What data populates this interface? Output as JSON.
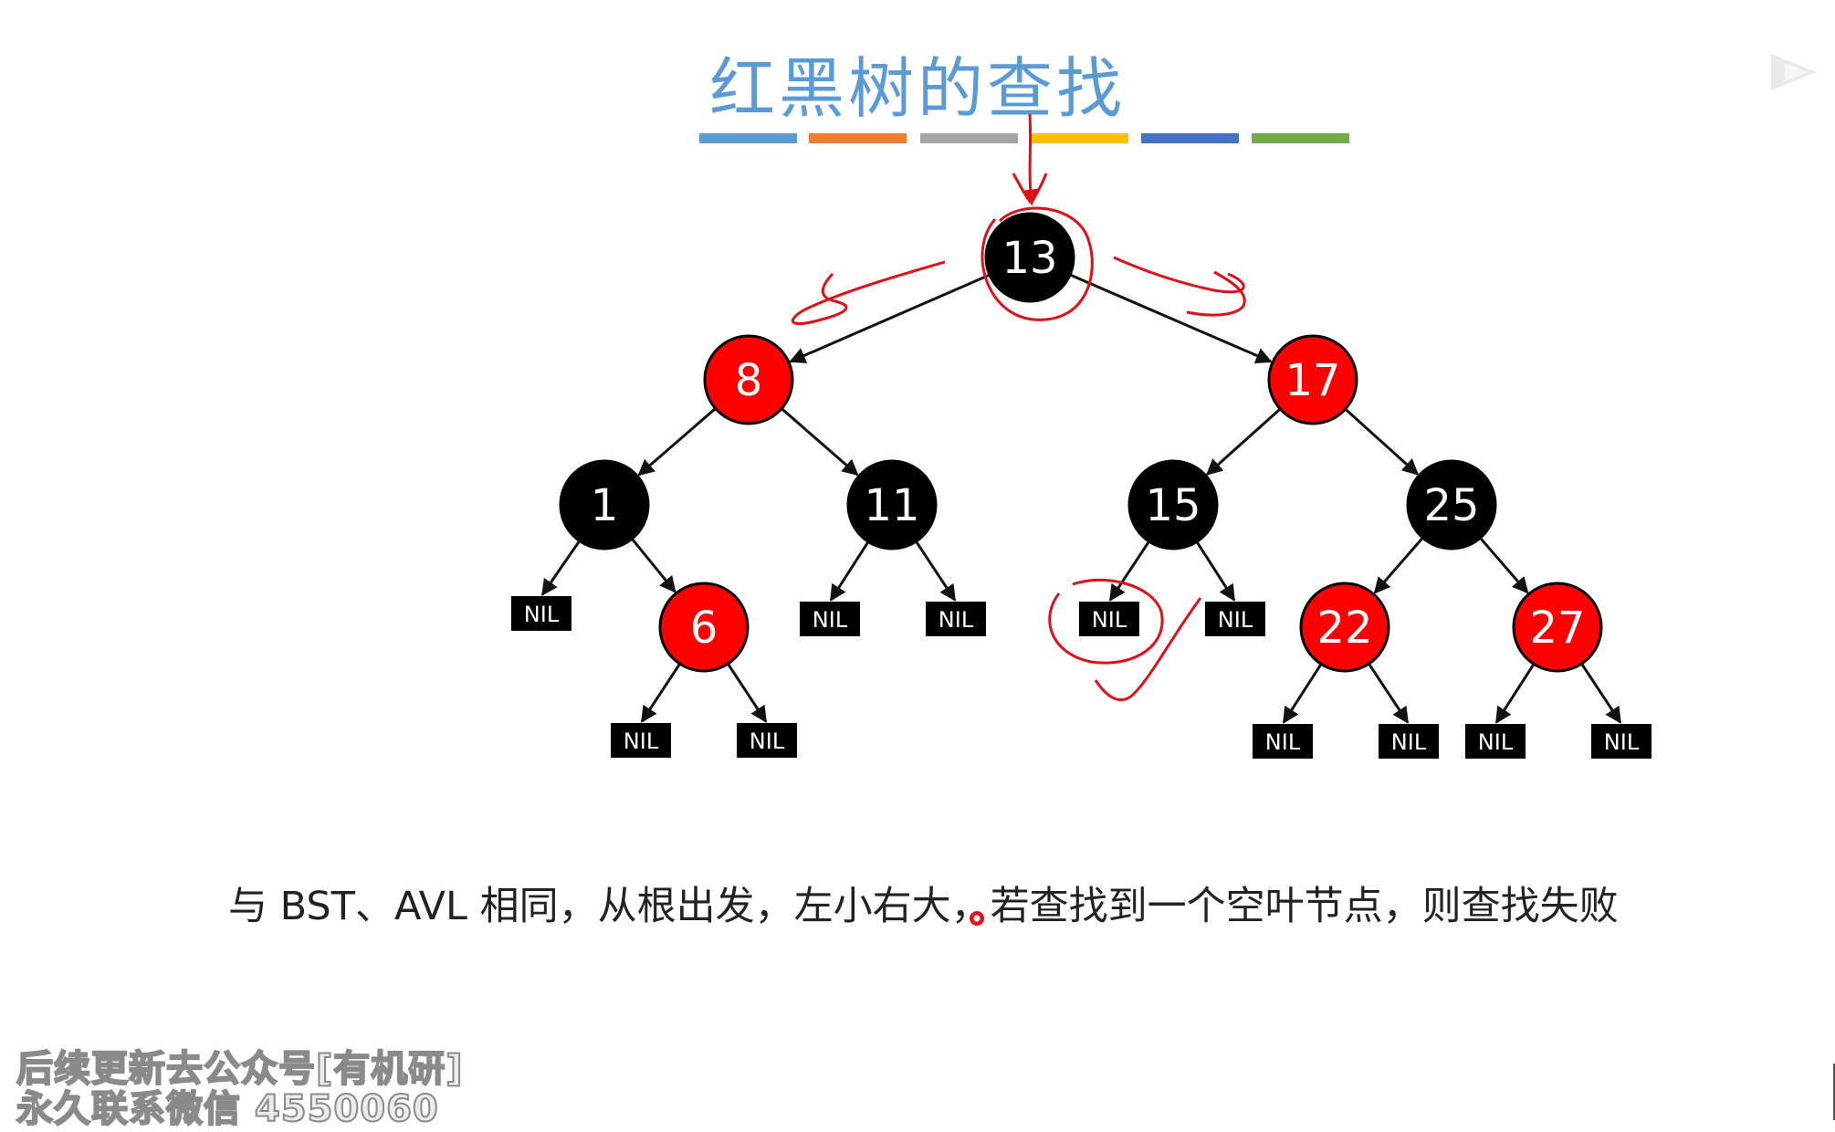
{
  "title": "红黑树的查找",
  "palette_bars": [
    "#5b9bd5",
    "#ed7d31",
    "#a5a5a5",
    "#ffc000",
    "#4472c4",
    "#70ad47"
  ],
  "colors": {
    "black_node": "#000000",
    "red_node": "#ff0000",
    "annotation": "#e0101a",
    "edge": "#111111"
  },
  "tree": {
    "nodes": [
      {
        "label": "13",
        "color": "black"
      },
      {
        "label": "8",
        "color": "red"
      },
      {
        "label": "17",
        "color": "red"
      },
      {
        "label": "1",
        "color": "black"
      },
      {
        "label": "11",
        "color": "black"
      },
      {
        "label": "15",
        "color": "black"
      },
      {
        "label": "25",
        "color": "black"
      },
      {
        "label": "6",
        "color": "red"
      },
      {
        "label": "22",
        "color": "red"
      },
      {
        "label": "27",
        "color": "red"
      }
    ],
    "nil_label": "NIL",
    "nil_count": 11
  },
  "description": "与 BST、AVL 相同，从根出发，左小右大，若查找到一个空叶节点，则查找失败",
  "watermark": {
    "line1": "后续更新去公众号[有机研]",
    "line2": "永久联系微信 4550060"
  }
}
